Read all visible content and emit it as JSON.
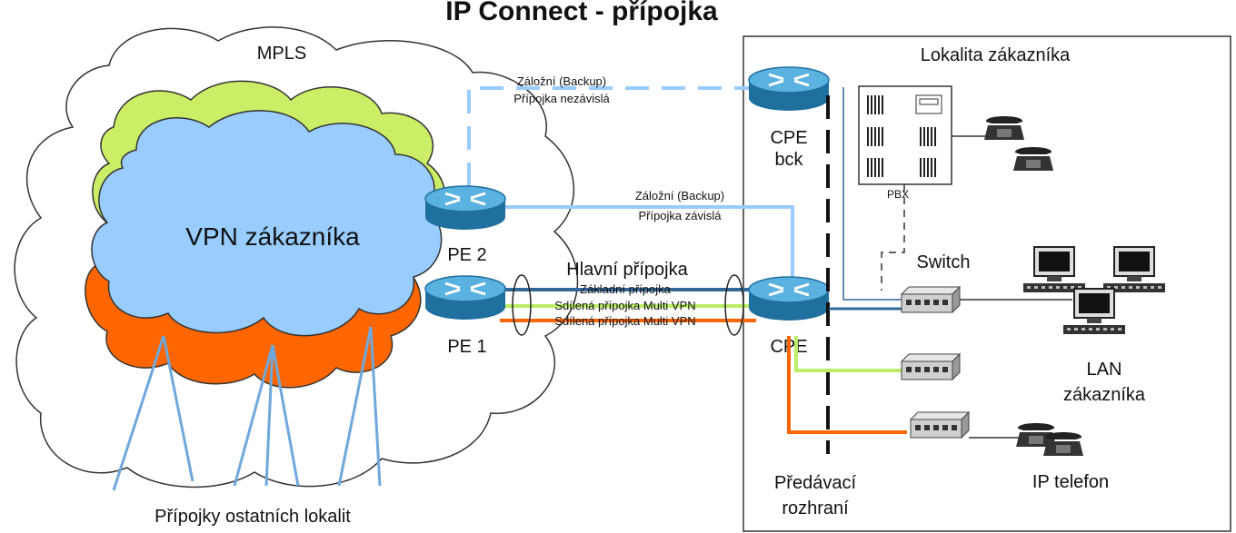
{
  "title": "IP Connect - přípojka",
  "cloud": {
    "outer_label": "MPLS",
    "inner_label": "VPN zákazníka"
  },
  "customer_site": {
    "label": "Lokalita zákazníka"
  },
  "routers": {
    "pe2": "PE 2",
    "pe1": "PE 1",
    "cpe_backup_line1": "CPE",
    "cpe_backup_line2": "bck",
    "cpe": "CPE"
  },
  "links": {
    "backup_independent_line1": "Záložní (Backup)",
    "backup_independent_line2": "Přípojka nezávislá",
    "backup_dependent_line1": "Záložní (Backup)",
    "backup_dependent_line2": "Přípojka závislá",
    "main": "Hlavní přípojka",
    "basic": "Základní přípojka",
    "shared1": "Sdílená přípojka Multi VPN",
    "shared2": "Sdílená přípojka Multi VPN"
  },
  "devices": {
    "pbx": "PBX",
    "switch": "Switch",
    "lan_line1": "LAN",
    "lan_line2": "zákazníka",
    "ip_phone": "IP telefon"
  },
  "handover_line1": "Předávací",
  "handover_line2": "rozhraní",
  "other_sites": "Přípojky ostatních lokalit",
  "colors": {
    "vpn_cloud": "#99ccff",
    "green_cloud": "#ccee66",
    "orange_cloud": "#ff6600",
    "backup_link": "#99ccff",
    "main_link": "#336699",
    "green_link": "#bbee66",
    "orange_link": "#ff6600",
    "router": "#3399cc"
  }
}
